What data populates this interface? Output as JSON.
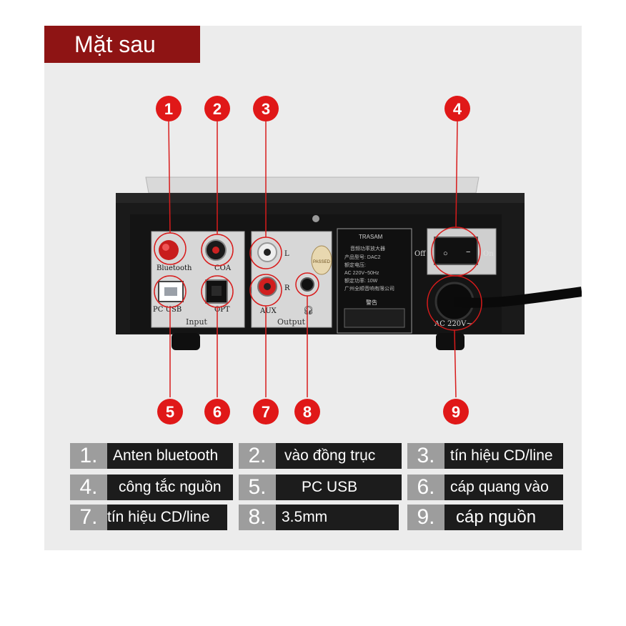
{
  "title": "Mặt sau",
  "device": {
    "brand": "TRASAM",
    "input_label": "Input",
    "output_label": "Output",
    "bluetooth_label": "Bluetooth",
    "coa_label": "COA",
    "pc_usb_label": "PC USB",
    "opt_label": "OPT",
    "aux_label": "AUX",
    "l_label": "L",
    "r_label": "R",
    "off_label": "Off",
    "on_label": "On",
    "power_label": "AC 220V~",
    "passed_label": "PASSED",
    "nameplate_lines": [
      "音频功率放大器",
      "产品型号: DAC2",
      "额定电压:",
      "AC 220V~50Hz",
      "额定功率: 10W",
      "广州全顺音响有限公司",
      "警告"
    ]
  },
  "markers": [
    "1",
    "2",
    "3",
    "4",
    "5",
    "6",
    "7",
    "8",
    "9"
  ],
  "legend": [
    {
      "num": "1.",
      "text": "Anten bluetooth"
    },
    {
      "num": "2.",
      "text": "vào đồng trục"
    },
    {
      "num": "3.",
      "text": "tín hiệu CD/line"
    },
    {
      "num": "4.",
      "text": "công tắc nguồn"
    },
    {
      "num": "5.",
      "text": "PC USB"
    },
    {
      "num": "6.",
      "text": "cáp quang vào"
    },
    {
      "num": "7.",
      "text": "tín hiệu CD/line"
    },
    {
      "num": "8.",
      "text": "3.5mm"
    },
    {
      "num": "9.",
      "text": "cáp nguồn"
    }
  ],
  "colors": {
    "title_bg": "#8e1414",
    "marker": "#e01818",
    "number_cell": "#9d9d9d",
    "text_cell": "#1c1c1c",
    "panel": "#ececec"
  }
}
